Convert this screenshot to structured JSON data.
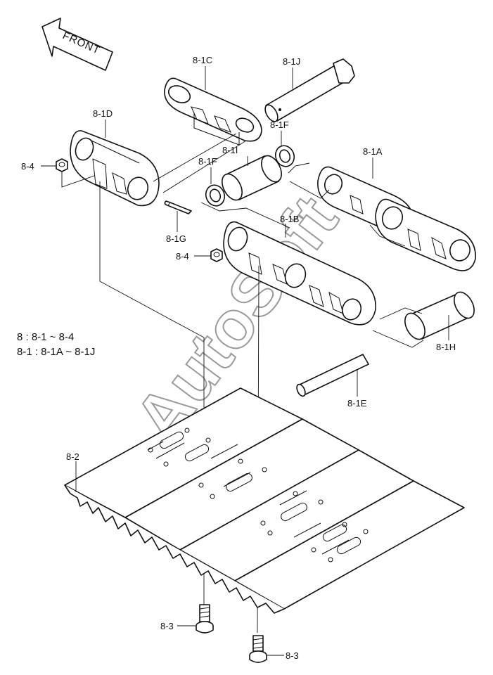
{
  "diagram": {
    "front_label": "FRONT",
    "watermark": "AutoSoft",
    "legend": {
      "line1": "8 : 8-1 ~ 8-4",
      "line2": "8-1 : 8-1A ~ 8-1J"
    },
    "labels": {
      "c": "8-1C",
      "j": "8-1J",
      "d": "8-1D",
      "f_top": "8-1F",
      "i": "8-1I",
      "f_left": "8-1F",
      "a": "8-1A",
      "nut_top": "8-4",
      "g": "8-1G",
      "b": "8-1B",
      "nut_mid": "8-4",
      "h": "8-1H",
      "e": "8-1E",
      "shoe": "8-2",
      "bolt_upper": "8-3",
      "bolt_lower": "8-3"
    }
  }
}
